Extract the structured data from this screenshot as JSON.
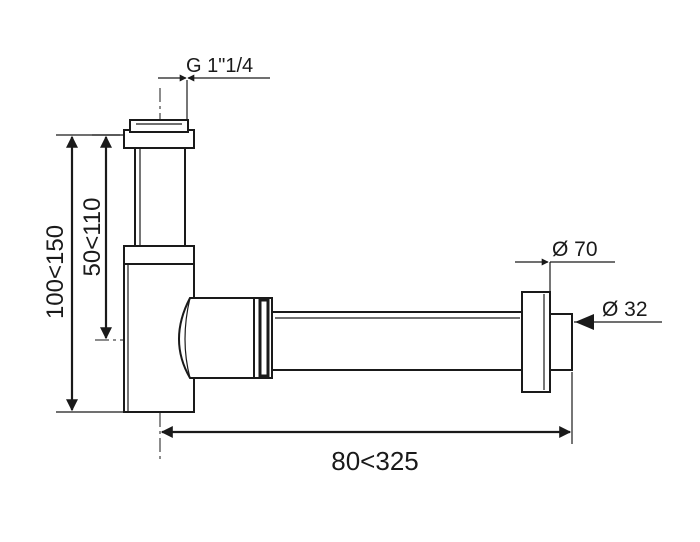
{
  "dimensions": {
    "thread": "G 1\"1/4",
    "total_height": "100<150",
    "inlet_height": "50<110",
    "flange_diameter": "Ø 70",
    "outlet_diameter": "Ø 32",
    "length": "80<325"
  }
}
